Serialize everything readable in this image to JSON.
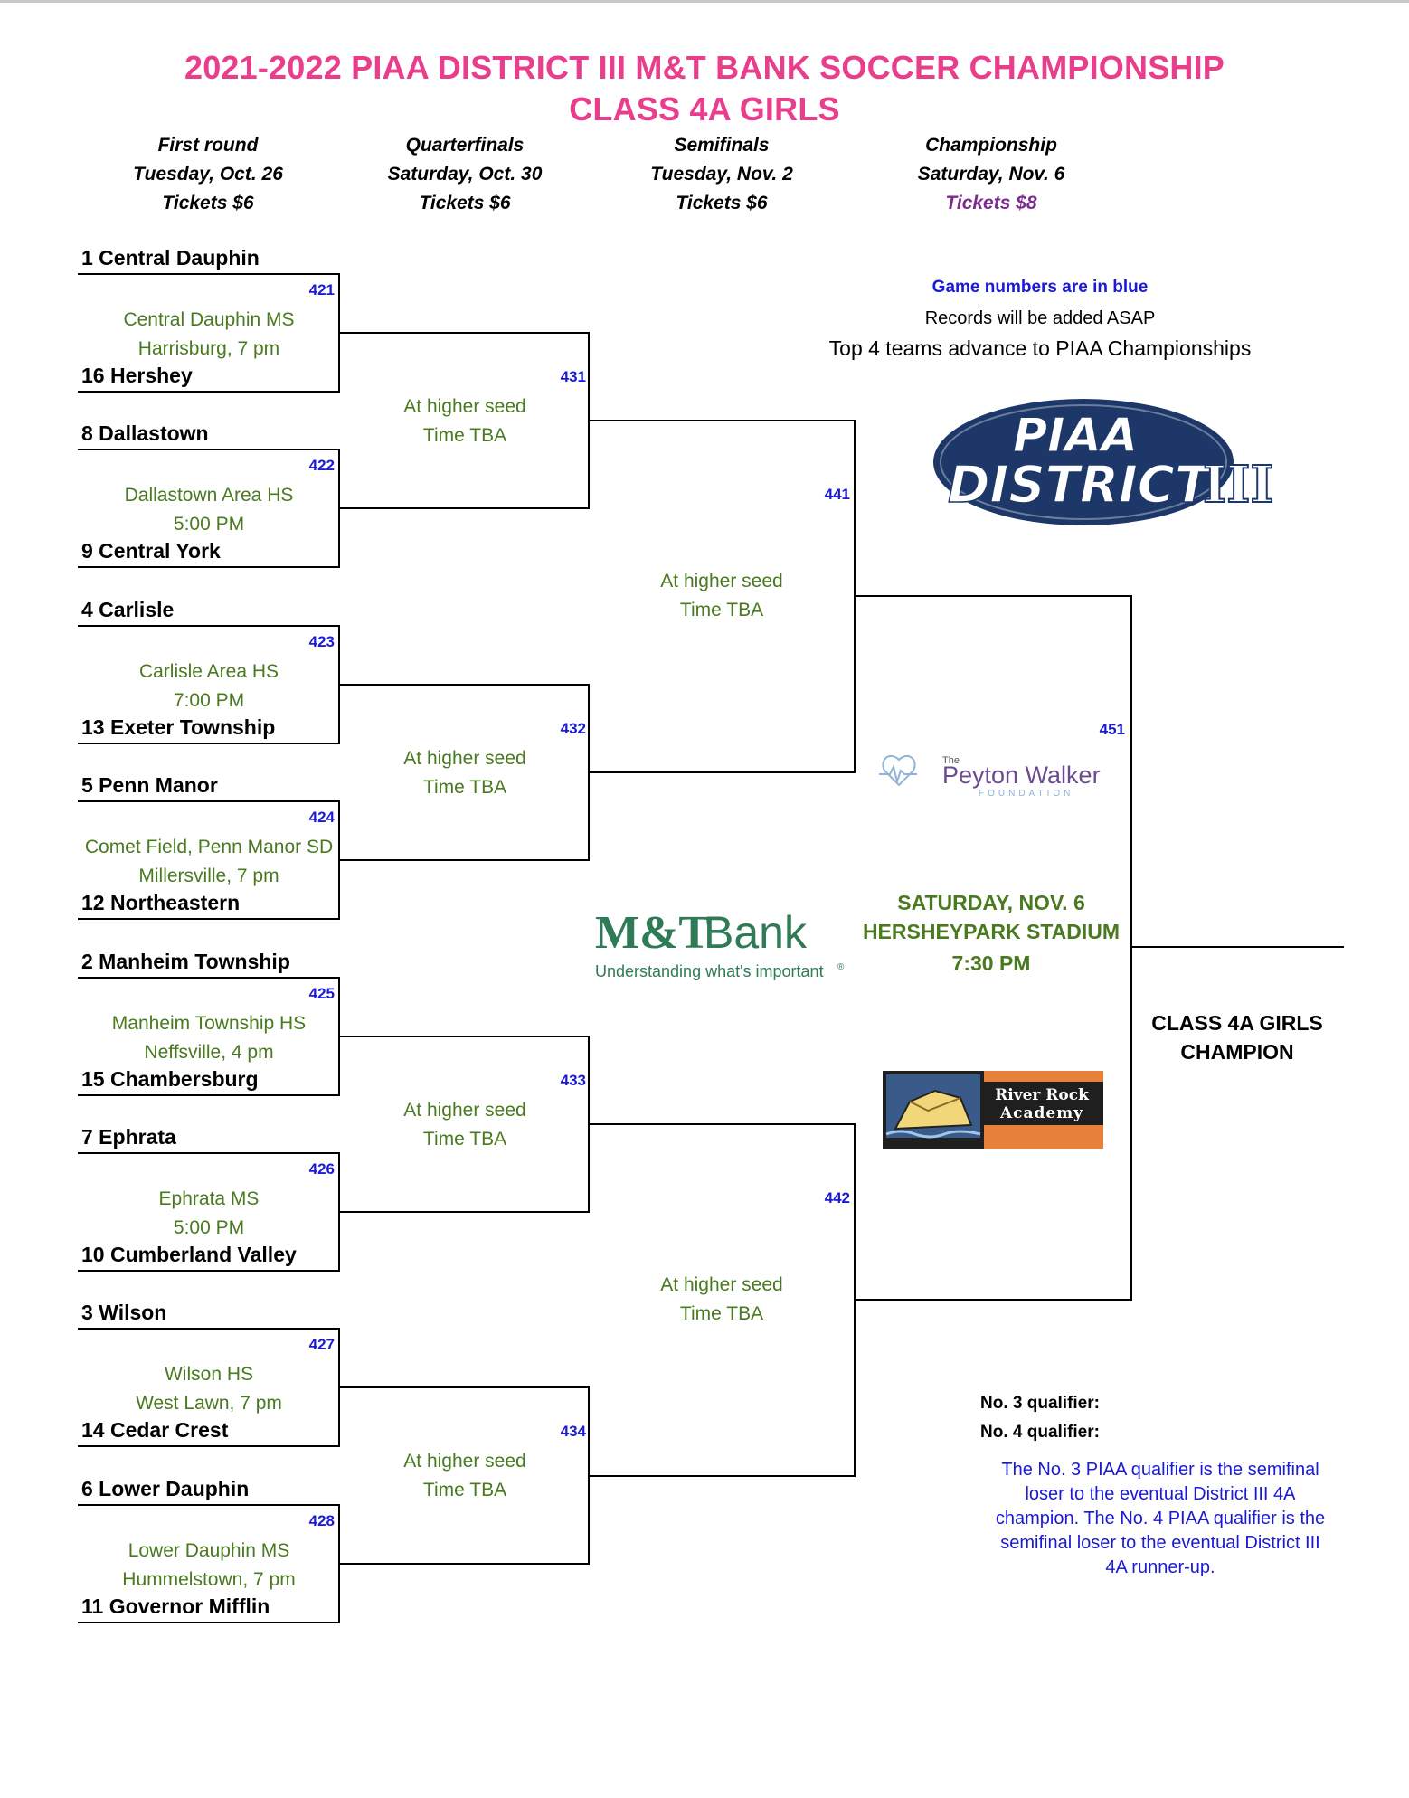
{
  "title": {
    "line1": "2021-2022 PIAA DISTRICT III M&T BANK SOCCER CHAMPIONSHIP",
    "line2": "CLASS 4A GIRLS"
  },
  "rounds": [
    {
      "name": "First round",
      "date": "Tuesday, Oct. 26",
      "tickets": "Tickets $6"
    },
    {
      "name": "Quarterfinals",
      "date": "Saturday, Oct. 30",
      "tickets": "Tickets $6"
    },
    {
      "name": "Semifinals",
      "date": "Tuesday, Nov. 2",
      "tickets": "Tickets $6"
    },
    {
      "name": "Championship",
      "date": "Saturday, Nov. 6",
      "tickets": "Tickets $8"
    }
  ],
  "first_round": [
    {
      "game": "421",
      "top": "1 Central Dauphin",
      "bottom": "16 Hershey",
      "venue1": "Central Dauphin MS",
      "venue2": "Harrisburg, 7 pm"
    },
    {
      "game": "422",
      "top": "8 Dallastown",
      "bottom": "9 Central York",
      "venue1": "Dallastown Area HS",
      "venue2": "5:00 PM"
    },
    {
      "game": "423",
      "top": "4 Carlisle",
      "bottom": "13 Exeter Township",
      "venue1": "Carlisle Area HS",
      "venue2": "7:00 PM"
    },
    {
      "game": "424",
      "top": "5 Penn Manor",
      "bottom": "12 Northeastern",
      "venue1": "Comet Field, Penn Manor SD",
      "venue2": "Millersville, 7 pm"
    },
    {
      "game": "425",
      "top": "2 Manheim Township",
      "bottom": "15 Chambersburg",
      "venue1": "Manheim Township HS",
      "venue2": "Neffsville, 4 pm"
    },
    {
      "game": "426",
      "top": "7 Ephrata",
      "bottom": "10 Cumberland Valley",
      "venue1": "Ephrata MS",
      "venue2": "5:00 PM"
    },
    {
      "game": "427",
      "top": "3 Wilson",
      "bottom": "14 Cedar Crest",
      "venue1": "Wilson HS",
      "venue2": "West Lawn, 7 pm"
    },
    {
      "game": "428",
      "top": "6 Lower Dauphin",
      "bottom": "11 Governor Mifflin",
      "venue1": "Lower Dauphin MS",
      "venue2": "Hummelstown, 7 pm"
    }
  ],
  "quarterfinals": [
    {
      "game": "431",
      "venue1": "At higher seed",
      "venue2": "Time TBA"
    },
    {
      "game": "432",
      "venue1": "At higher seed",
      "venue2": "Time TBA"
    },
    {
      "game": "433",
      "venue1": "At higher seed",
      "venue2": "Time TBA"
    },
    {
      "game": "434",
      "venue1": "At higher seed",
      "venue2": "Time TBA"
    }
  ],
  "semifinals": [
    {
      "game": "441",
      "venue1": "At higher seed",
      "venue2": "Time TBA"
    },
    {
      "game": "442",
      "venue1": "At higher seed",
      "venue2": "Time TBA"
    }
  ],
  "final": {
    "game": "451",
    "line1": "SATURDAY, NOV. 6",
    "line2": "HERSHEYPARK STADIUM",
    "line3": "7:30 PM",
    "champion1": "CLASS 4A GIRLS",
    "champion2": "CHAMPION"
  },
  "info": {
    "game_numbers": "Game numbers are in blue",
    "records": "Records will be added ASAP",
    "advance": "Top 4 teams advance to PIAA Championships"
  },
  "qualifiers": {
    "q3": "No. 3 qualifier:",
    "q4": "No. 4 qualifier:",
    "note": [
      "The No. 3 PIAA qualifier is the semifinal",
      "loser to the eventual District III 4A",
      "champion.  The No. 4 PIAA qualifier is the",
      "semifinal loser to the eventual District III",
      "4A runner-up."
    ]
  },
  "logos": {
    "piaa": {
      "line1": "PIAA",
      "line2": "DISTRICT",
      "line3": "III"
    },
    "peyton": {
      "the": "The",
      "name": "Peyton Walker",
      "foundation": "FOUNDATION"
    },
    "mt": {
      "name1": "M&T",
      "name2": "Bank",
      "tagline": "Understanding what's important",
      "reg": "®"
    },
    "river": {
      "line1": "River Rock",
      "line2": "Academy"
    }
  },
  "colors": {
    "title": "#e83e8c",
    "venue": "#4a7a1f",
    "game": "#1a1ad6",
    "purple": "#7b2d8e",
    "piaa_navy": "#1d3868",
    "mt_green": "#2f7b55"
  }
}
